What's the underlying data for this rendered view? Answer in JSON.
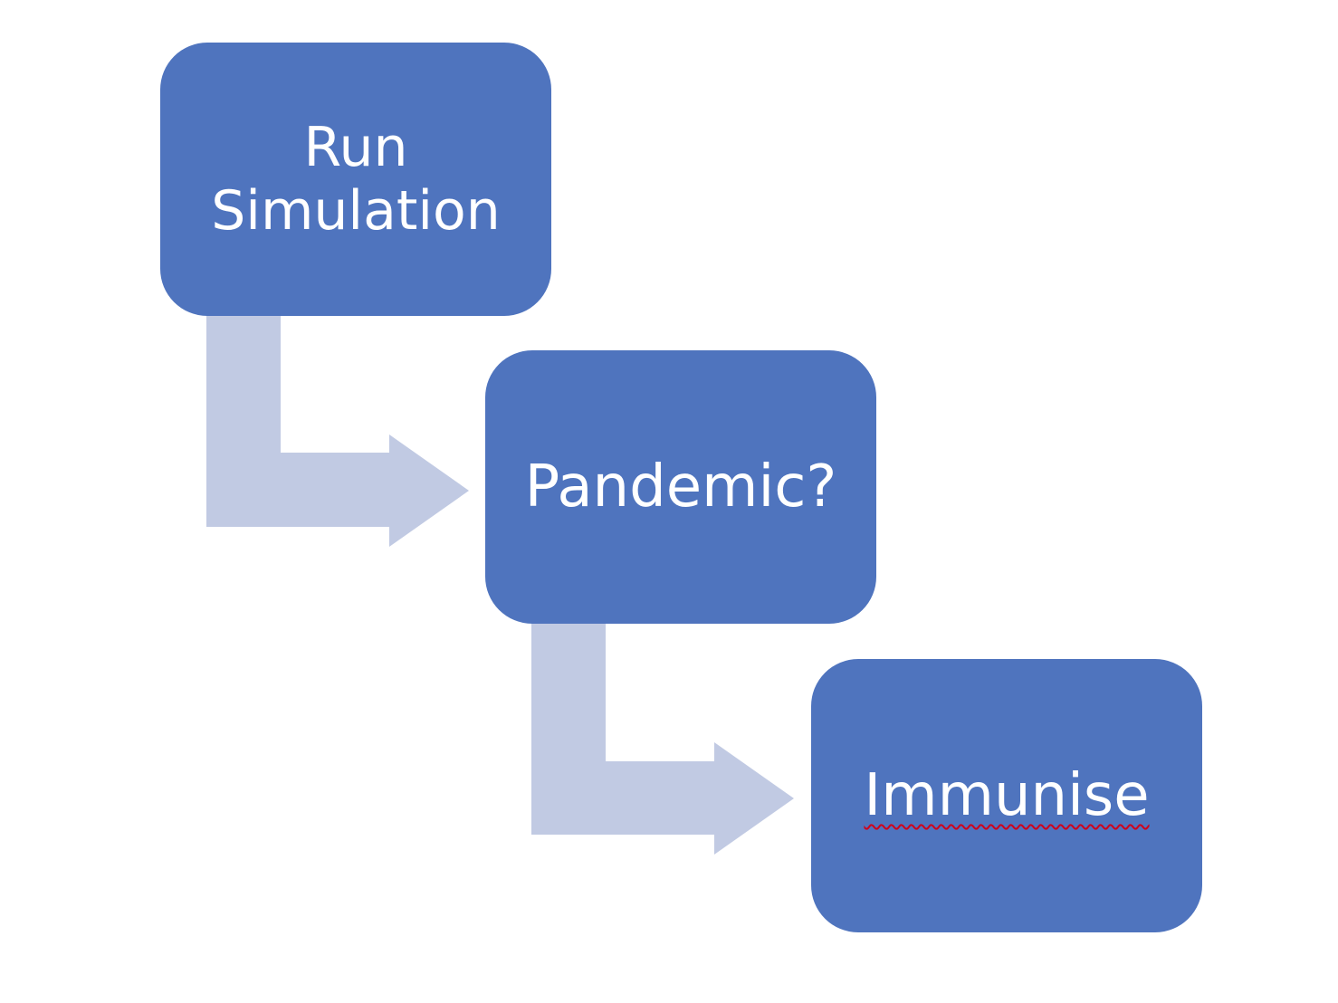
{
  "colors": {
    "node_fill": "#4f74be",
    "arrow_fill": "#c1cae3",
    "node_text": "#ffffff",
    "spellcheck": "#d0021b"
  },
  "diagram": {
    "nodes": [
      {
        "label_line1": "Run",
        "label_line2": "Simulation"
      },
      {
        "label": "Pandemic?"
      },
      {
        "label": "Immunise"
      }
    ]
  }
}
